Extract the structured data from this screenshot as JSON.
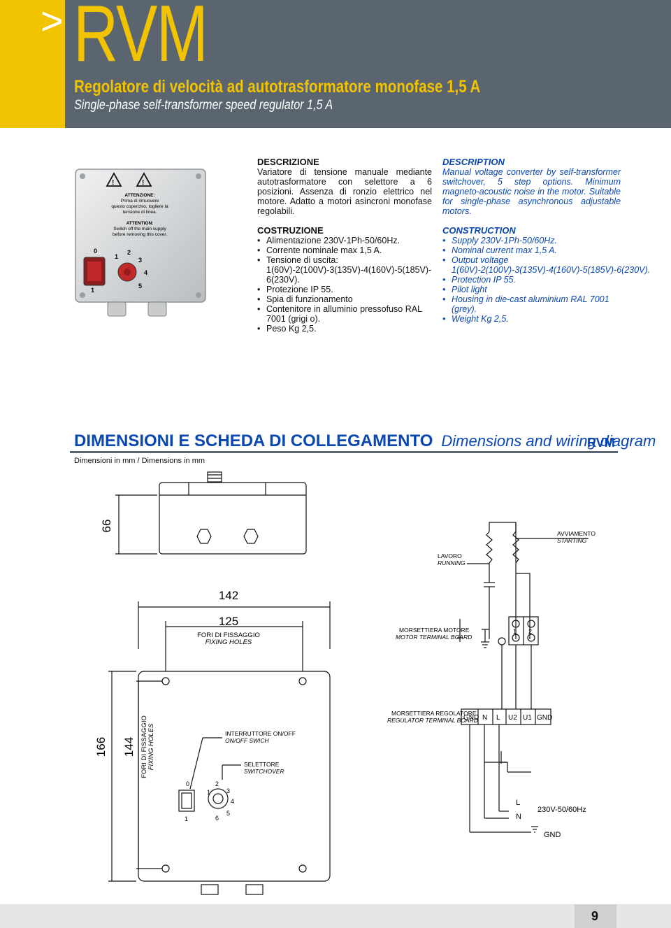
{
  "header": {
    "chevron": ">",
    "brand": "RVM",
    "title_it": "Regolatore di velocità ad autotrasformatore monofase 1,5 A",
    "title_en": "Single-phase self-transformer speed regulator 1,5 A"
  },
  "photo": {
    "label_it_1": "ATTENZIONE:",
    "label_it_2": "Prima di rimuovere",
    "label_it_3": "questo coperchio, togliere la",
    "label_it_4": "tensione di linea.",
    "label_en_1": "ATTENTION:",
    "label_en_2": "Switch off the main supply",
    "label_en_3": "before removing this cover.",
    "dial": [
      "0",
      "1",
      "2",
      "3",
      "4",
      "5",
      "1"
    ]
  },
  "italian": {
    "desc_title": "DESCRIZIONE",
    "desc_text": "Variatore di tensione manuale mediante autotrasformatore con selettore a 6 posizioni. Assenza di ronzio elettrico nel motore. Adatto a motori asincroni monofase regolabili.",
    "constr_title": "COSTRUZIONE",
    "items": [
      "Alimentazione 230V-1Ph-50/60Hz.",
      "Corrente nominale max 1,5 A.",
      "Tensione di uscita: 1(60V)-2(100V)-3(135V)-4(160V)-5(185V)- 6(230V).",
      "Protezione IP 55.",
      "Spia di funzionamento",
      "Contenitore in alluminio pressofuso RAL 7001 (grigi o).",
      "Peso Kg 2,5."
    ]
  },
  "english": {
    "desc_title": "DESCRIPTION",
    "desc_text": "Manual voltage converter by self-transformer switchover, 5 step options. Minimum magneto-acoustic noise in the motor. Suitable for single-phase asynchronous adjustable motors.",
    "constr_title": "CONSTRUCTION",
    "items": [
      "Supply 230V-1Ph-50/60Hz.",
      "Nominal current max 1,5 A.",
      "Output voltage 1(60V)-2(100V)-3(135V)-4(160V)-5(185V)-6(230V).",
      "Protection IP 55.",
      "Pilot light",
      "Housing in die-cast aluminium RAL 7001 (grey).",
      "Weight Kg 2,5."
    ]
  },
  "dimensions": {
    "title_it": "DIMENSIONI E SCHEDA DI COLLEGAMENTO",
    "title_en": "Dimensions and wiring diagram",
    "brand": "RVM",
    "units": "Dimensioni in mm / Dimensions in mm",
    "dim_66": "66",
    "dim_142": "142",
    "dim_125": "125",
    "dim_166": "166",
    "dim_144": "144",
    "fixing_it": "FORI DI FISSAGGIO",
    "fixing_en": "FIXING HOLES",
    "switch_it": "INTERRUTTORE ON/OFF",
    "switch_en": "ON/OFF SWICH",
    "selector_it": "SELETTORE",
    "selector_en": "SWITCHOVER",
    "dial": [
      "0",
      "1",
      "2",
      "3",
      "4",
      "5",
      "6",
      "1"
    ]
  },
  "wiring": {
    "starting_it": "AVVIAMENTO",
    "starting_en": "STARTING",
    "running_it": "LAVORO",
    "running_en": "RUNNING",
    "motor_tb_it": "MORSETTIERA MOTORE",
    "motor_tb_en": "MOTOR TERMINAL BOARD",
    "motor_terminals": [
      "1",
      "2"
    ],
    "reg_tb_it": "MORSETTIERA REGOLATORE",
    "reg_tb_en": "REGULATOR TERMINAL BOARD",
    "reg_terminals": [
      "GND",
      "N",
      "L",
      "U2",
      "U1",
      "GND"
    ],
    "line_l": "L",
    "line_n": "N",
    "supply": "230V-50/60Hz",
    "gnd": "GND"
  },
  "footer": {
    "page": "9"
  }
}
